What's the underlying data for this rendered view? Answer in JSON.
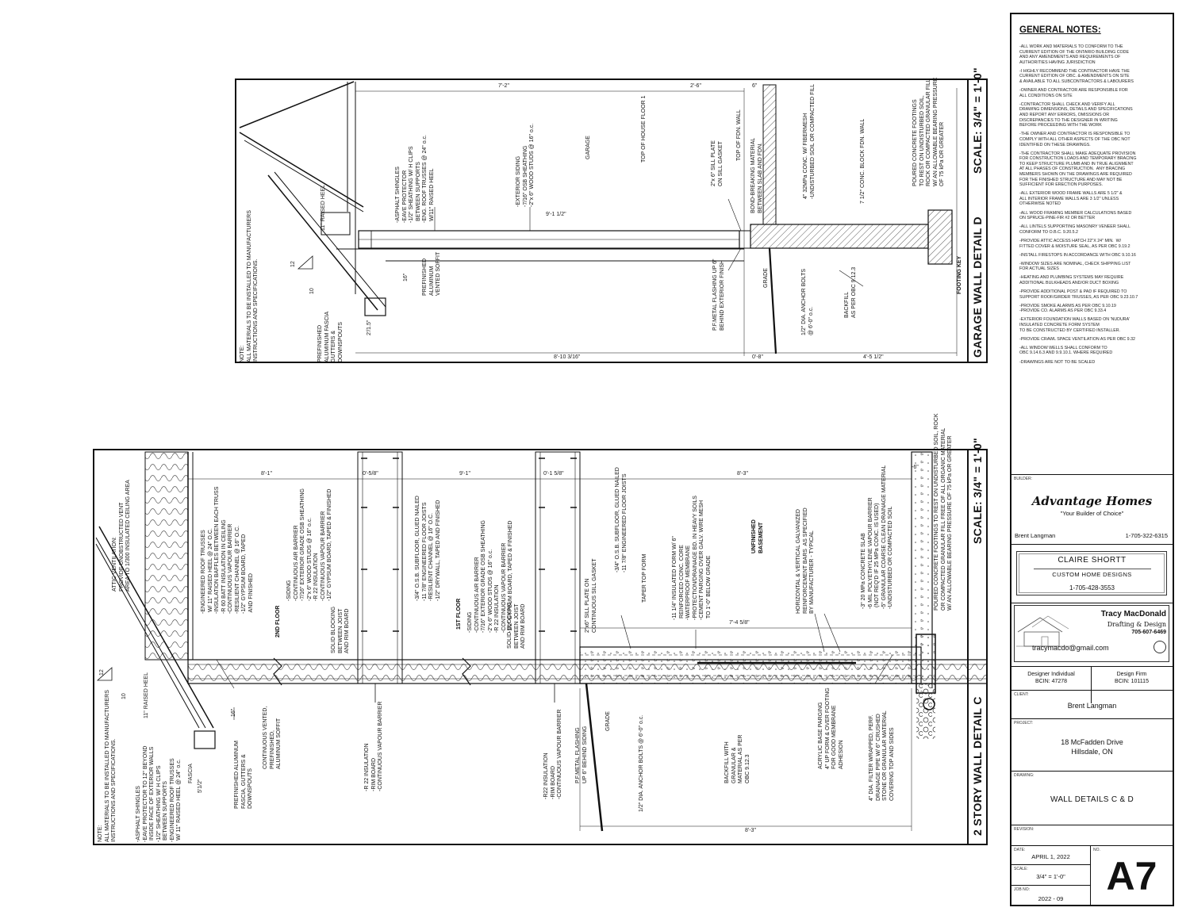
{
  "detail_d": {
    "scale": "SCALE: 3/4\" = 1'-0\"",
    "title": "GARAGE WALL DETAIL D",
    "note": "NOTE:\nALL MATERIALS TO BE INSTALLED TO MANUFACTURERS\nINSTRUCTIONS AND SPECIFICATIONS.",
    "fascia": "PREFINISHED\nALUMINUM FASCIA\nGUTTERS &\nDOWNSPOUTS",
    "slope_run": "12",
    "slope_rise": "10",
    "raised_heel": "11\" RAISED HEEL",
    "overhang": "2'/1.5\"",
    "roof": "-ASPHALT SHINGLES\n-EAVE PROTECTOR\n-1/2\" SHEATHING W/ H CLIPS\n BETWEEN SUPPORTS\n-ENG. ROOF TRUSSES @ 24\" o.c.\n W/11\" RAISED HEEL",
    "soffit": "PREFINISHED\nALUMINUM\nVENTED SOFFIT",
    "soffit_dim": "16\"",
    "wall": "-EXTERIOR SIDING\n-7/16\" OSB SHEATHING\n-2\"x 6\" WOOD STUDS @ 16\" o.c.",
    "garage": "GARAGE",
    "top_house": "TOP OF HOUSE FLOOR 1",
    "top_fdn": "TOP OF FDN. WALL",
    "sill": "2\"x 6\" SILL PLATE\nON SILL GASKET",
    "flashing": "P.F.METAL FLASHING UP 6\"\nBEHIND EXTERIOR FINISH",
    "bond": "BOND-BREAKING MATERIAL\nBETWEEN SLAB AND FDN.",
    "slab": "4\" 32MPa CONC. W/ FIBERMESH\n-UNDISTURBED SOIL OR COMPACTED FILL",
    "grade": "GRADE",
    "anchor": "1/2\" DIA. ANCHOR BOLTS\n@ 6'-0\" o.c.",
    "backfill": "BACKFILL\nAS PER OBC 9.12.3",
    "block": "7 1/2\" CONC. BLOCK FDN. WALL",
    "footing": "POURED CONCRETE FOOTINGS\nTO REST ON UNDISTURBED SOIL,\nROCK OR COMPACTED GRANULAR FILL\nW/ AN ALLOWABLE BEARING PRESSURE\nOF 75 kPa OR GREATER",
    "footing_key": "FOOTING KEY",
    "dims": {
      "top_a": "7'-2\"",
      "top_b": "2'-6\"",
      "top_c": "6\"",
      "mid": "9'-1 1/2\"",
      "bot_a": "8'-10 3/16\"",
      "bot_b": "0'-8\"",
      "bot_c": "4'-5 1/2\""
    }
  },
  "detail_c": {
    "scale": "SCALE: 3/4\" = 1'-0\"",
    "title": "2 STORY WALL DETAIL C",
    "note": "NOTE:\nALL MATERIALS TO BE INSTALLED TO MANUFACTURERS\nINSTRUCTIONS AND SPECIFICATIONS.",
    "roof": "-ASPHALT SHINGLES\n-EAVE PROTECTOR TO 12\" BEYOND\n INSIDE FACE OF EXTERIOR WALLS\n-1/2\" SHEATHING W/ H CLIPS\n BETWEEN SUPPORTS\n-ENGINEERED ROOF TRUSSES\n W/ 11\" RAISED HEEL @ 24\" o.c.",
    "attic": "ATTIC VENTILATION:\nPROVIDE UNOBSTRUCTED VENT\nAREA TO 1/300 INSULATED CEILING AREA",
    "slope_run": "12",
    "slope_rise": "10",
    "raised_heel": "11\" RAISED HEEL",
    "fascia_lbl": "FASCIA",
    "overhang": "5'1/2\"",
    "soffit_dim": "16\"",
    "gutters": "PREFINISHED ALUMINUM\nFASCIA, GUTTERS &\nDOWNSPOUTS",
    "soffit": "CONTINUOUS VENTED,\nPREFINISHED,\nALUMINUM SOFFIT",
    "ceiling": "-ENGINEERED ROOF TRUSSES\n W/ 11\" RAISED HEEL @ 24\" O.C.\n-INSULATION BAFFLES BETWEEN EACH TRUSS\n-R 60 BATT INSULATION IN CEILING\n-CONTINUOUS VAPOUR BARRIER\n-RESILIENT CHANNEL @ 16\" O.C.\n-1/2\" GYPSUM BOARD, TAPED\n AND FINISHED",
    "wall2": "-SIDING\n-CONTINUOUS AIR BARRIER\n-7/16\" EXTERIOR GRADE OSB SHEATHING\n-2\"x 6\" WOOD STUDS @ 16\" o.c.\n-R 22 INSULATION\n-CONTINUOUS VAPOUR BARRIER\n-1/2\" GYPSUM BOARD, TAPED & FINISHED",
    "floor2": "2ND FLOOR",
    "blocking2": "SOLID BLOCKING\nBETWEEN JOIST\nAND RIM BOARD",
    "rim2": "-R 22 INSULATION\n-RIM BOARD\n-CONTINUOUS VAPOUR BARRIER",
    "subfloor2": "-3/4\" O.S.B. SUBFLOOR, GLUED NAILED\n-11 7/8\" ENGINEERED FLOOR JOISTS\n-RESILIENT CHANNEL @ 16\" O.C.\n-1/2\" DRYWALL, TAPED AND FINISHED",
    "wall1": "-SIDING\n-CONTINUOUS AIR BARRIER\n-7/16\" EXTERIOR GRADE OSB SHEATHING\n-2\"x 6\" WOOD STUDS @ 16\" o.c.\n-R 22 INSULATION\n-CONTINUOUS VAPOUR BARRIER\n-1/2\" GYPSUM BOARD, TAPED & FINISHED",
    "floor1": "1ST FLOOR",
    "blocking1": "SOLID BLOCKING\nBETWEEN JOIST\nAND RIM BOARD",
    "rim1": "-R22 INSULATION\n-RIM BOARD\n-CONTINUOUS VAPOUR BARRIER",
    "sill": "2\"x6\" SILL PLATE ON\nCONTINUOUS SILL GASKET",
    "subfloor1": "-3/4\" O.S.B. SUBFLOOR, GLUED NAILED\n-11 7/8\" ENGINEERED FLOOR JOISTS",
    "flashing": "P.F.METAL FLASHING\nUP 6\" BEHIND SIDING",
    "grade": "GRADE",
    "anchor": "1/2\" DIA. ANCHOR BOLTS @ 6'-0\" o.c.",
    "taper": "TAPER TOP FORM",
    "icf": "-11 1/4\" INSULATED FORM W/ 6\"\n REINFORCED CONC. CORE\n-WATERPROOF MEMBRANE\n-PROTECTION/DRAINAGE BD. IN HEAVY SOILS\n-CEMENT PARGING OVER GALV. WIRE MESH\n TO 1'-0\" BELOW GRADE",
    "backfill": "BACKFILL WITH\nGRANULAR &\nMATERIAL AS PER\nOBC 9.12.3",
    "basement": "UNFINISHED\nBASEMENT",
    "reinf": "HORIZONTAL & VERTICAL GALVANIZED\nREINFORCEMENT BARS  AS SPECIFIED\nBY MANUFACTURER - TYPICAL",
    "parging": "ACRYLIC BASE PARGING\n4\" UP FORM & OVER FOOTING\nFOR GOOD MEMBRANE\nADHESION",
    "slab": "-3\" 20 MPa CONCRETE SLAB\n-6 MIL POLYETHYLENE VAPOUR BARRIER\n (NOT REQ'D IF 25 MPa CONC. IS USED)\n-5\" GRANULAR COARSE CLEAN DRAINAGE MATERIAL\n-UNDISTURBED OR COMPACTED SOIL",
    "drain": "4\" DIA. FILTER WRAPPED, PERF.\nDRAINAGE PIPE W/ 6\" CRUSHED\nSTONE OR GRANULAR MATERIAL\nCOVERING TOP AND SIDES",
    "footing": "POURED CONCRETE FOOTINGS TO REST ON UNDISTURBED SOIL, ROCK\nOR COMPACTED GRANULAR FILL FREE OF ALL ORGANIC MATERIAL\nW/ AN ALLOWABLE BEARING PRESSURE OF 75 kPa OR GREATER",
    "dims": {
      "top_a": "8'-1\"",
      "top_b": "0'-5/8\"",
      "top_c": "9'-1\"",
      "top_d": "0'-1 5/8\"",
      "top_e": "8'-3\"",
      "top_f": "-6\"",
      "mid": "7'-4 5/8\"",
      "bot": "8'-3\""
    }
  },
  "general_notes": {
    "heading": "GENERAL NOTES:",
    "items": [
      "-ALL WORK AND MATERIALS TO CONFORM TO THE\nCURRENT EDITION OF THE ONTARIO BUILDING CODE\nAND ANY AMENDMENTS AND REQUIREMENTS OF\nAUTHORITIES HAVING JURISDICTION",
      "-I HIGHLY RECOMMEND THE CONTRACTOR HAVE THE\nCURRENT EDITION OF OBC. & AMENDMENTS ON SITE\n& AVAILABLE TO ALL SUBCONTRACTORS & LABOURERS",
      "-OWNER AND CONTRACTOR ARE RESPONSIBLE FOR\nALL CONDITIONS ON SITE",
      "-CONTRACTOR SHALL CHECK AND VERIFY ALL\nDRAWING DIMENSIONS, DETAILS AND SPECIFICATIONS\nAND REPORT ANY ERRORS, OMISSIONS OR\nDISCREPANCIES TO THE DESIGNER IN WRITING\nBEFORE PROCEEDING WITH THE WORK",
      "-THE OWNER AND CONTRACTOR IS RESPONSIBLE TO\nCOMPLY WITH ALL OTHER ASPECTS OF THE OBC NOT\nIDENTIFIED ON THESE DRAWINGS.",
      "-THE CONTRACTOR SHALL MAKE ADEQUATE PROVISION\nFOR CONSTRUCTION LOADS AND TEMPORARY BRACING\nTO KEEP STRUCTURE PLUMB AND IN TRUE ALIGNMENT\nAT ALL PHASES OF CONSTRUCTION.  ANY BRACING\nMEMBERS SHOWN ON THE DRAWINGS ARE REQUIRED\nFOR THE FINISHED STRUCTURE AND MAY NOT BE\nSUFFICIENT FOR ERECTION PURPOSES.",
      "-ALL EXTERIOR WOOD FRAME WALLS ARE 5 1/2\" &\nALL INTERIOR FRAME WALLS ARE 3 1/2\" UNLESS\nOTHERWISE NOTED",
      "-ALL WOOD FRAMING MEMBER CALCULATIONS BASED\nON SPRUCE-PINE-FIR #2 OR BETTER",
      "-ALL LINTELS SUPPORTING MASONRY VENEER SHALL\nCONFORM TO O.B.C. 9.20.5.2",
      "-PROVIDE ATTIC ACCESS HATCH 22\"x 24\" MIN.  W/\nFITTED COVER & MOISTURE SEAL, AS PER OBC 9.19.2",
      "-INSTALL FIRESTOPS IN ACCORDANCE WITH OBC 9.10.16",
      "-WINDOW SIZES ARE NOMINAL, CHECK SHIPPING LIST\nFOR ACTUAL SIZES",
      "-HEATING AND PLUMBING SYSTEMS MAY REQUIRE\nADDITIONAL BULKHEADS AND/OR DUCT BOXING",
      "-PROVIDE ADDITIONAL POST & PAD IF REQUIRED TO\nSUPPORT ROOF/GIRDER TRUSSES, AS PER OBC 9.23.10.7",
      "-PROVIDE SMOKE ALARMS AS PER OBC 9.10.19\n-PROVIDE CO. ALARMS AS PER OBC 9.33.4",
      "-EXTERIOR FOUNDATION WALLS BASED ON 'NUDURA'\nINSULATED CONCRETE FORM SYSTEM\nTO BE CONSTRUCTED BY CERTIFIED INSTALLER.",
      "-PROVIDE CRAWL SPACE VENTILATION AS PER OBC 9.32",
      "-ALL WINDOW WELLS SHALL CONFORM TO\nOBC 9.14.6.3 AND 9.9.10.1. WHERE REQUIRED",
      "-DRAWINGS ARE NOT TO BE SCALED"
    ]
  },
  "title_block": {
    "builder_tag": "BUILDER:",
    "builder_name": "Advantage Homes",
    "builder_slogan": "\"Your Builder of Choice\"",
    "builder_contact": "Brent Langman",
    "builder_phone": "1-705-322-6315",
    "firm_name": "CLAIRE SHORTT",
    "firm_sub": "CUSTOM HOME DESIGNS",
    "firm_phone": "1-705-428-3553",
    "drafter_name": "Tracy MacDonald",
    "drafter_sub": "Drafting & Design",
    "drafter_phone": "705-607-6469",
    "drafter_email": "tracymacdo@gmail.com",
    "designer_label": "Designer Individual",
    "designer_bcin": "BCIN: 47278",
    "firm_label": "Design Firm",
    "firm_bcin": "BCIN: 101115",
    "client_tag": "CLIENT:",
    "client": "Brent Langman",
    "project_tag": "PROJECT:",
    "project_line1": "18 McFadden Drive",
    "project_line2": "Hillsdale,  ON",
    "drawing_tag": "DRAWING:",
    "drawing": "WALL DETAILS C & D",
    "revision_tag": "REVISION:",
    "date_tag": "DATE:",
    "date": "APRIL 1, 2022",
    "no_tag": "NO.",
    "sheet": "A7",
    "scale_tag": "SCALE:",
    "scale": "3/4\" = 1'-0\"",
    "job_tag": "JOB NO:",
    "job": "2022 - 09"
  }
}
